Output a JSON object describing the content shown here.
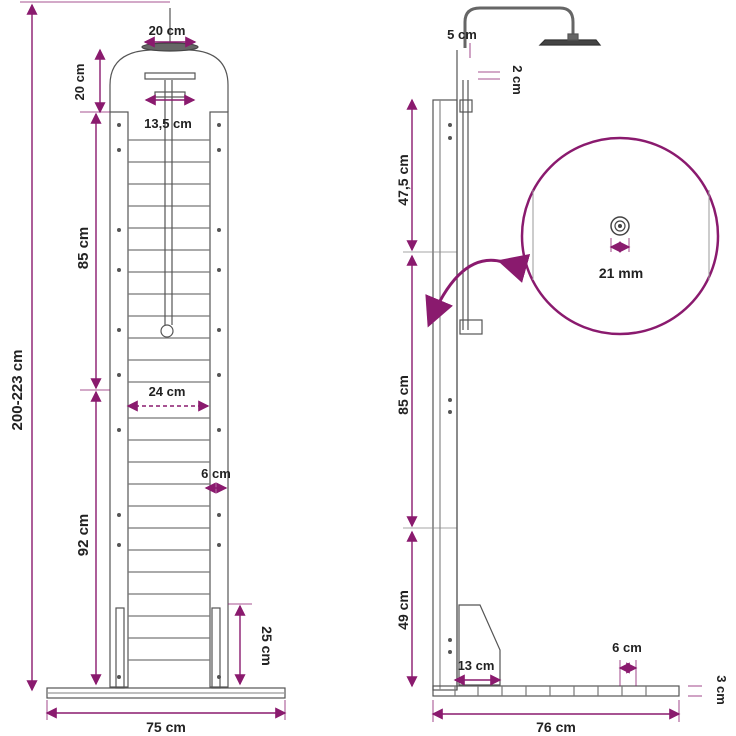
{
  "accent_color": "#8a1a6e",
  "line_color": "#555555",
  "front_view": {
    "total_height": "200-223 cm",
    "head_width": "20 cm",
    "top_arch_height": "20 cm",
    "shelf_width": "13,5 cm",
    "upper_section": "85 cm",
    "inner_width": "24 cm",
    "post_width": "6 cm",
    "lower_section": "92 cm",
    "foot_height": "25 cm",
    "base_width": "75 cm"
  },
  "side_view": {
    "pipe_offset": "5 cm",
    "pipe_gap": "2 cm",
    "top_section": "47,5 cm",
    "middle_section": "85 cm",
    "bottom_section": "49 cm",
    "foot_depth": "13 cm",
    "slat_width": "6 cm",
    "base_thickness": "3 cm",
    "base_depth": "76 cm"
  },
  "detail": {
    "outlet_diameter": "21 mm"
  }
}
